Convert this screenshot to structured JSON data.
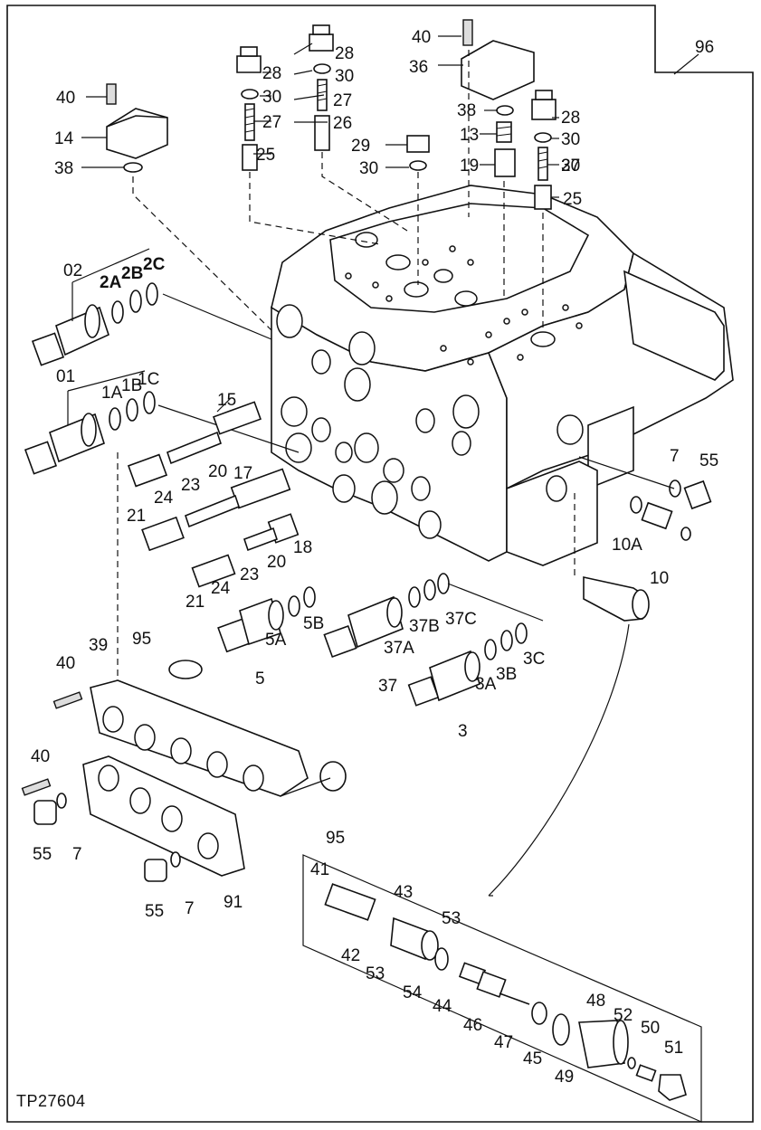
{
  "figure_ref": "TP27604",
  "part_labels": [
    "40",
    "28",
    "30",
    "96",
    "36",
    "28",
    "30",
    "27",
    "38",
    "28",
    "30",
    "27",
    "26",
    "13",
    "30",
    "40",
    "25",
    "29",
    "14",
    "30",
    "19",
    "27",
    "38",
    "25",
    "02",
    "2A",
    "2B",
    "2C",
    "01",
    "1A",
    "1B",
    "1C",
    "15",
    "7",
    "55",
    "20",
    "23",
    "17",
    "24",
    "21",
    "10A",
    "18",
    "20",
    "23",
    "10",
    "21",
    "24",
    "37C",
    "37B",
    "5",
    "5A",
    "5B",
    "37A",
    "3C",
    "95",
    "39",
    "37",
    "3A",
    "3B",
    "40",
    "3",
    "40",
    "95",
    "55",
    "7",
    "91",
    "55",
    "7",
    "41",
    "43",
    "53",
    "42",
    "53",
    "54",
    "44",
    "46",
    "48",
    "52",
    "50",
    "51",
    "47",
    "45",
    "49"
  ],
  "icons": [
    "valve-body",
    "detent-cap",
    "plug",
    "spool-assembly",
    "relief-valve",
    "cover-plate",
    "o-ring",
    "bolt"
  ]
}
